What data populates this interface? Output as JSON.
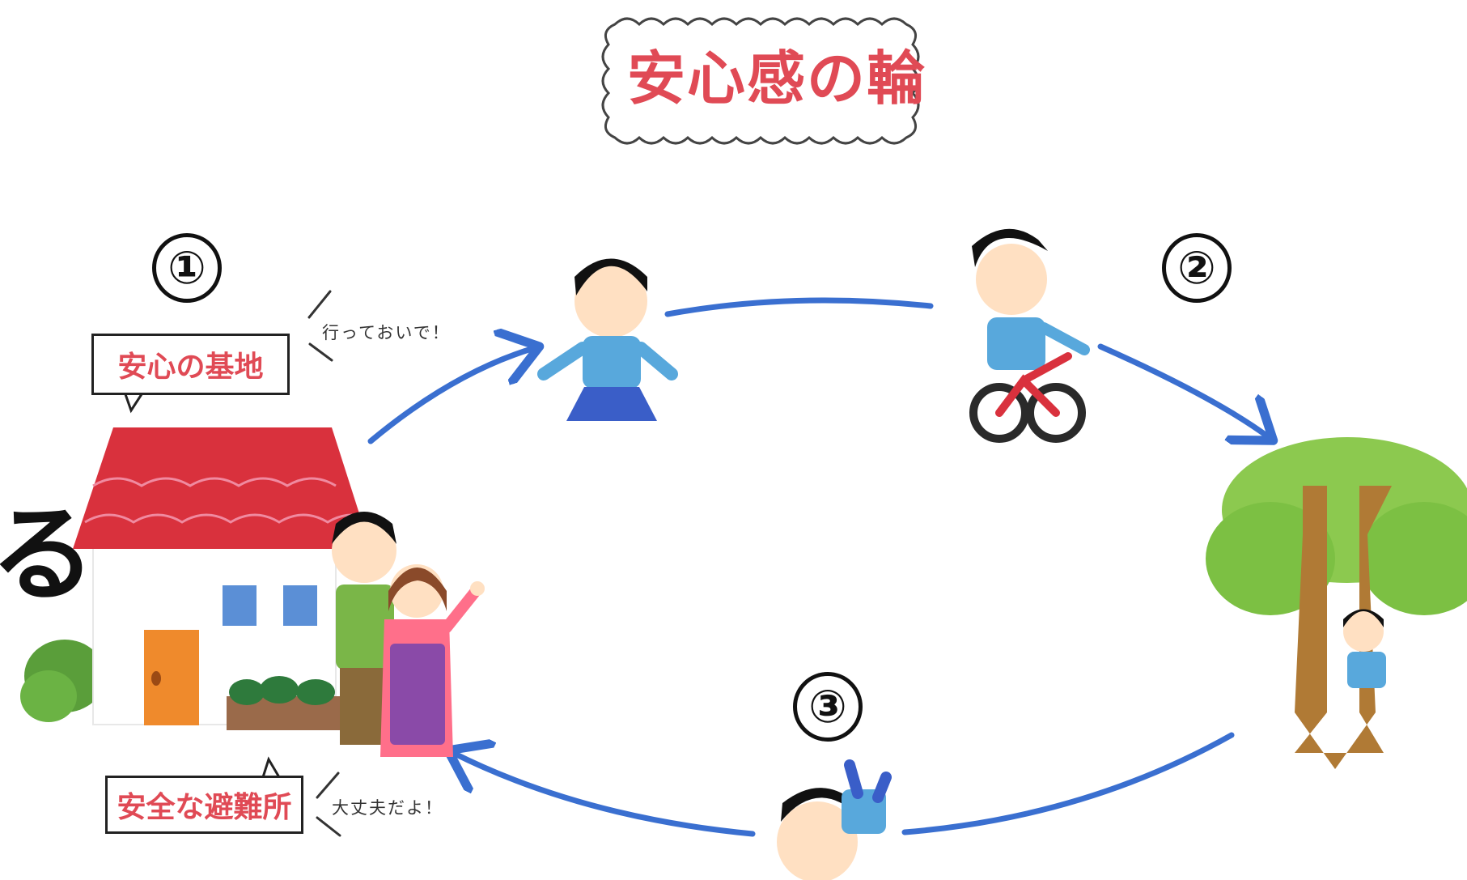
{
  "title": "安心感の輪",
  "steps": [
    "①",
    "②",
    "③"
  ],
  "labels": {
    "base": "安心の基地",
    "haven": "安全な避難所"
  },
  "speech": {
    "go": "行っておいで！",
    "ok": "大丈夫だよ！"
  },
  "edge_text": "る",
  "colors": {
    "title_red": "#e04a55",
    "arrow_blue": "#3a6fd0",
    "roof_red": "#d9313d",
    "tree_green": "#7cc043",
    "trunk_brown": "#b07a35"
  }
}
